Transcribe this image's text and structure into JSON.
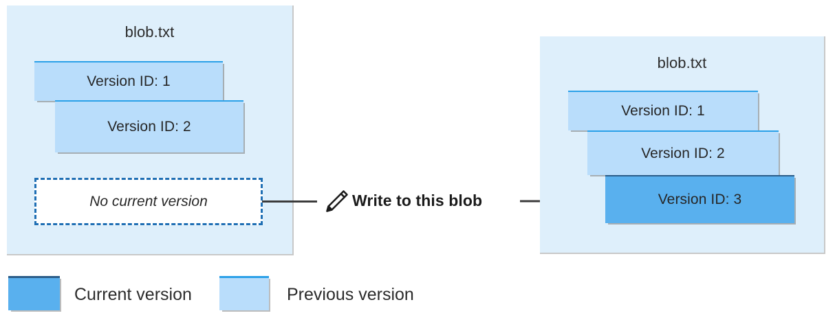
{
  "diagram": {
    "title_icon": "pencil-icon",
    "action_label": "Write to this blob",
    "left_panel": {
      "blob_name": "blob.txt",
      "versions": [
        {
          "label": "Version ID: 1",
          "state": "previous"
        },
        {
          "label": "Version ID: 2",
          "state": "previous"
        }
      ],
      "no_current_version_label": "No current version"
    },
    "right_panel": {
      "blob_name": "blob.txt",
      "versions": [
        {
          "label": "Version ID: 1",
          "state": "previous"
        },
        {
          "label": "Version ID: 2",
          "state": "previous"
        },
        {
          "label": "Version ID: 3",
          "state": "current"
        }
      ]
    }
  },
  "legend": {
    "items": [
      {
        "label": "Current version",
        "swatch": "current",
        "color": "#59b0ee"
      },
      {
        "label": "Previous version",
        "swatch": "previous",
        "color": "#b9ddfb"
      }
    ]
  },
  "colors": {
    "panel_background": "#deeffb",
    "current_version": "#59b0ee",
    "previous_version": "#b9ddfb",
    "current_version_border": "#2a5c88",
    "previous_version_border": "#2aa0e8",
    "dashed_border": "#1f6fb4",
    "connector": "#3b3b3b",
    "canvas_background": "#ffffff"
  }
}
